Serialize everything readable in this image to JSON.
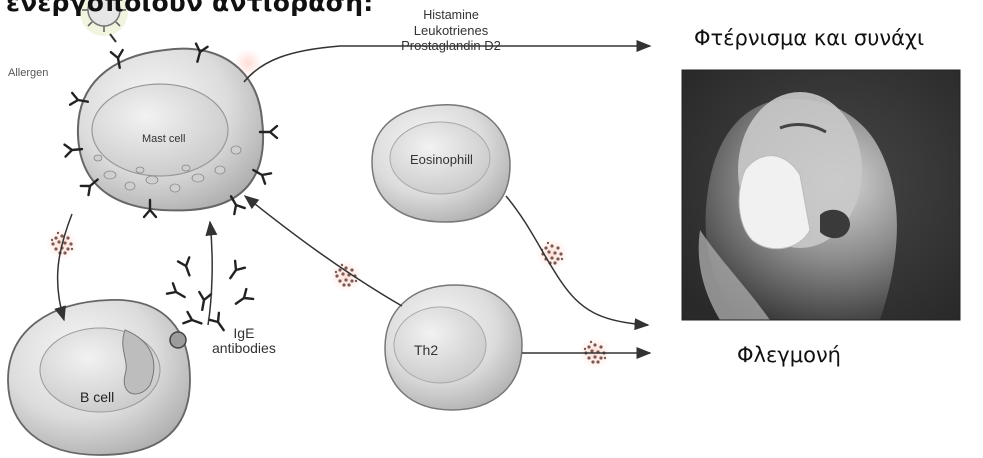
{
  "header_text": "ενεργοποιούν αντίδραση:",
  "mediators": [
    "Histamine",
    "Leukotrienes",
    "Prostaglandin D2"
  ],
  "labels": {
    "allergen": "Allergen",
    "mast_cell": "Mast cell",
    "eosinophil": "Eosinophill",
    "th2": "Th2",
    "b_cell": "B cell",
    "ige_line1": "IgE",
    "ige_line2": "antibodies"
  },
  "outcomes": {
    "sneeze": "Φτέρνισμα και συνάχι",
    "inflammation": "Φλεγμονή"
  },
  "photo": {
    "description_icon": "sneezing-person-photo"
  },
  "colors": {
    "cell_fill": "#d9d9d9",
    "cell_edge": "#6a6a6a",
    "arrow": "#333333",
    "photo_dark": "#2a2a2a"
  }
}
